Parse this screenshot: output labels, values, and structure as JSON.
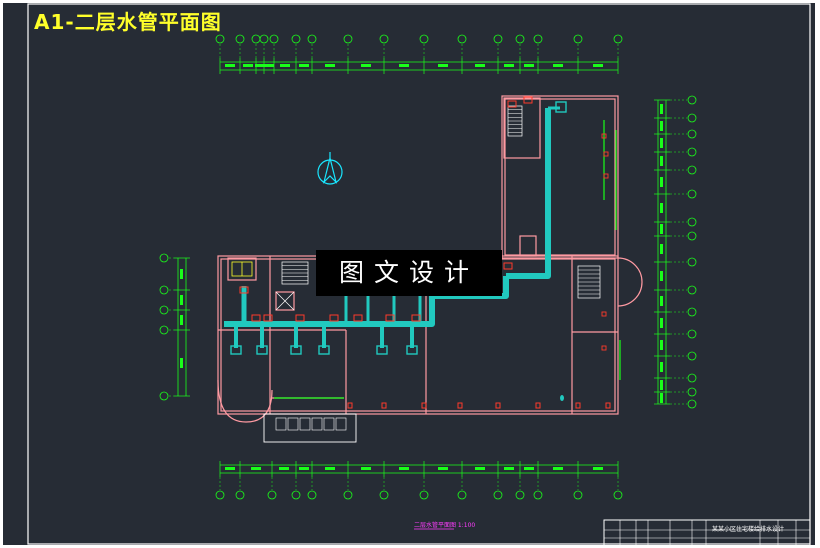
{
  "drawing": {
    "title": "A1-二层水管平面图",
    "watermark": "图文设计",
    "subtitle": "二层水管平面图 1:100",
    "title_block_text": "某某小区住宅楼给排水设计"
  },
  "colors": {
    "background": "#262c35",
    "frame": "#ffffff",
    "dimension": "#1aff1a",
    "axis_bubble": "#1aff1a",
    "wall": "#ff9aa2",
    "pipe": "#21c9bf",
    "valve": "#ff3a2a",
    "title": "#ffff2a",
    "compass": "#19e6ff"
  },
  "icons": [
    "north-arrow-icon"
  ]
}
